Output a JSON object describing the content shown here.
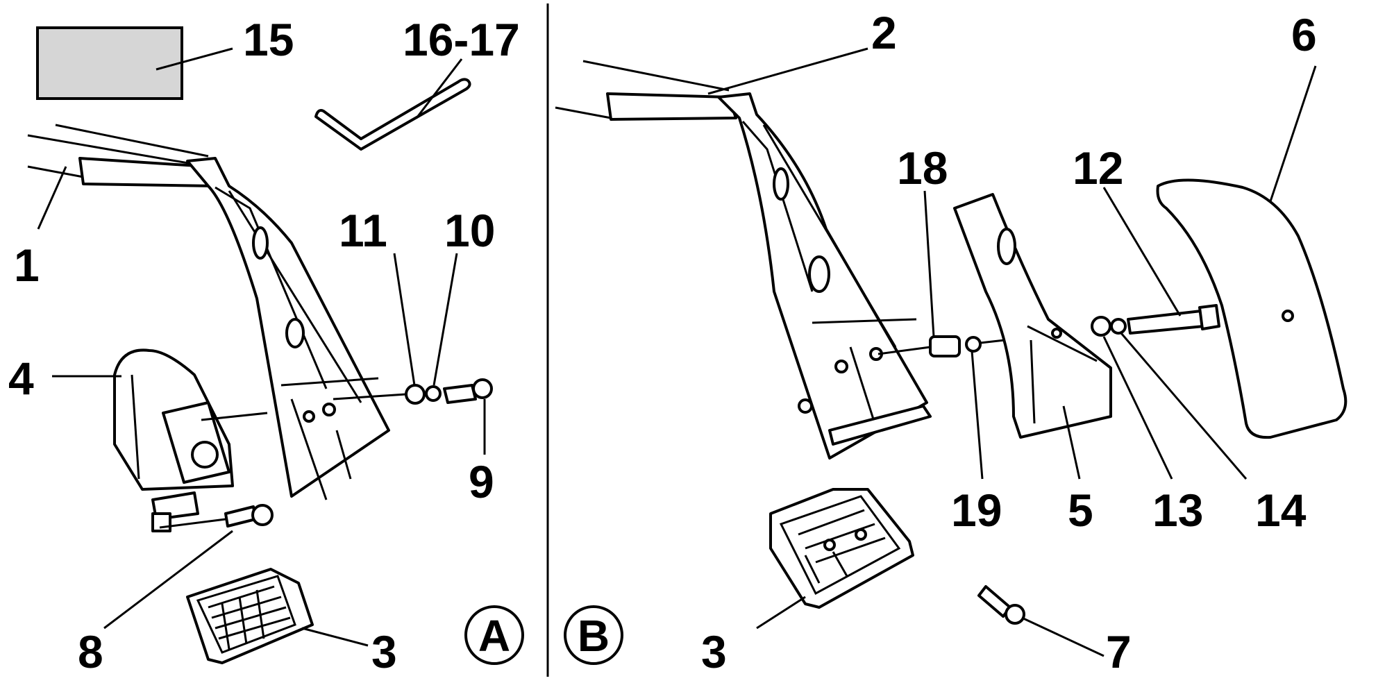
{
  "panels": [
    {
      "id": "A",
      "label": "A"
    },
    {
      "id": "B",
      "label": "B"
    }
  ],
  "callouts": {
    "c15": "15",
    "c16_17": "16-17",
    "c1": "1",
    "c11": "11",
    "c10": "10",
    "c4": "4",
    "c9": "9",
    "c8": "8",
    "c3a": "3",
    "c2": "2",
    "c6": "6",
    "c18": "18",
    "c12": "12",
    "c19": "19",
    "c5": "5",
    "c13": "13",
    "c14": "14",
    "c3b": "3",
    "c7": "7"
  },
  "colors": {
    "line": "#000000",
    "background": "#ffffff",
    "pad_fill": "#d6d6d6"
  }
}
